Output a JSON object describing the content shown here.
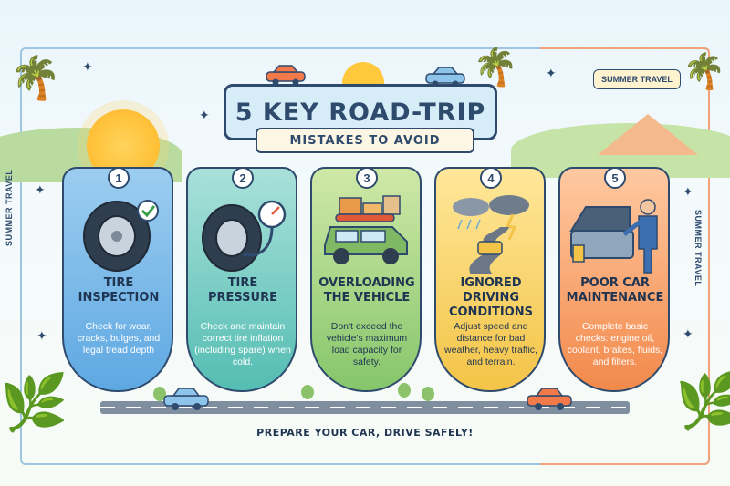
{
  "header": {
    "title": "5 KEY ROAD-TRIP",
    "subtitle": "MISTAKES TO AVOID",
    "tag": "SUMMER TRAVEL"
  },
  "side_labels": {
    "left": "SUMMER TRAVEL",
    "right": "SUMMER TRAVEL"
  },
  "cards": [
    {
      "number": "1",
      "title": "TIRE INSPECTION",
      "description": "Check for wear, cracks, bulges, and legal tread depth",
      "color": "#5ea8e2",
      "icon": "tire-check-icon"
    },
    {
      "number": "2",
      "title": "TIRE PRESSURE",
      "description": "Check and maintain correct tire inflation (including spare) when cold.",
      "color": "#55bdb3",
      "icon": "tire-gauge-icon"
    },
    {
      "number": "3",
      "title": "OVERLOADING THE VEHICLE",
      "description": "Don't exceed the vehicle's maximum load capacity for safety.",
      "color": "#86c66b",
      "icon": "loaded-car-icon"
    },
    {
      "number": "4",
      "title": "IGNORED DRIVING CONDITIONS",
      "description": "Adjust speed and distance for bad weather, heavy traffic, and terrain.",
      "color": "#f3c447",
      "icon": "storm-road-icon"
    },
    {
      "number": "5",
      "title": "POOR CAR MAINTENANCE",
      "description": "Complete basic checks: engine oil, coolant, brakes, fluids, and filters.",
      "color": "#f2894b",
      "icon": "mechanic-icon"
    }
  ],
  "footer": "PREPARE YOUR CAR, DRIVE SAFELY!"
}
